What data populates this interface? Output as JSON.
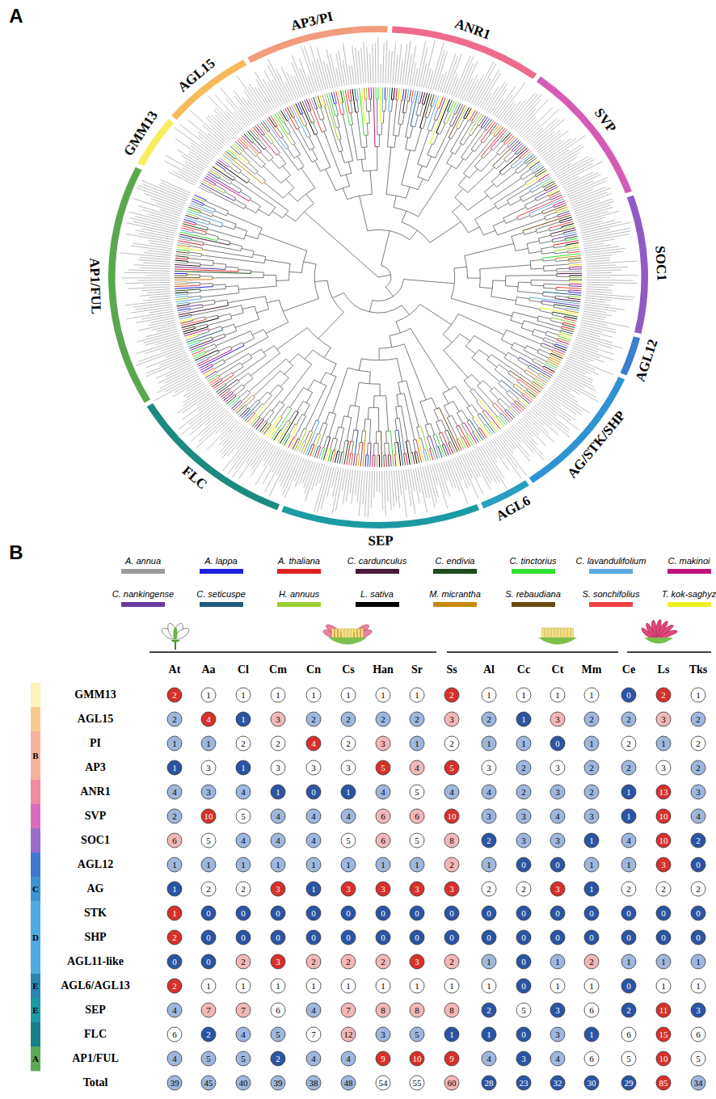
{
  "diagram": {
    "labels": [
      "A",
      "GMM13",
      "AGL15",
      "AP3/PI",
      "ANR1",
      "SVP",
      "SOC1",
      "AGL12",
      "AG/STK/SHP",
      "AGL6",
      "SEP",
      "FLC",
      "AP1/FUL",
      "B",
      "At",
      "Aa",
      "Cl",
      "Cm",
      "Cn",
      "Cs",
      "Han",
      "Sr",
      "Ss",
      "Al",
      "Cc",
      "Ct",
      "Mm",
      "Ce",
      "Ls",
      "Tks",
      "GMM13",
      "AGL15",
      "PI",
      "AP3",
      "ANR1",
      "SVP",
      "SOC1",
      "AGL12",
      "AG",
      "STK",
      "SHP",
      "AGL11-like",
      "AGL6/AGL13",
      "SEP",
      "FLC",
      "AP1/FUL",
      "Total",
      "B",
      "C",
      "D",
      "E",
      "E",
      "A",
      "2",
      "1",
      "1",
      "1",
      "1",
      "1",
      "1",
      "1",
      "2",
      "1",
      "1",
      "1",
      "1",
      "0",
      "2",
      "1",
      "2",
      "4",
      "1",
      "3",
      "2",
      "2",
      "2",
      "2",
      "3",
      "2",
      "1",
      "3",
      "2",
      "2",
      "3",
      "2",
      "1",
      "1",
      "2",
      "2",
      "4",
      "2",
      "3",
      "1",
      "2",
      "1",
      "1",
      "0",
      "1",
      "2",
      "1",
      "2",
      "1",
      "3",
      "1",
      "3",
      "3",
      "3",
      "5",
      "4",
      "5",
      "3",
      "2",
      "3",
      "2",
      "2",
      "3",
      "2",
      "4",
      "3",
      "4",
      "1",
      "0",
      "1",
      "4",
      "5",
      "4",
      "4",
      "2",
      "3",
      "2",
      "1",
      "13",
      "3",
      "2",
      "10",
      "5",
      "4",
      "4",
      "4",
      "6",
      "6",
      "10",
      "3",
      "3",
      "4",
      "3",
      "1",
      "10",
      "4",
      "6",
      "5",
      "4",
      "4",
      "4",
      "5",
      "6",
      "5",
      "8",
      "2",
      "3",
      "3",
      "1",
      "4",
      "10",
      "2",
      "1",
      "1",
      "1",
      "1",
      "1",
      "1",
      "1",
      "1",
      "2",
      "1",
      "0",
      "0",
      "1",
      "1",
      "3",
      "0",
      "1",
      "2",
      "2",
      "3",
      "1",
      "3",
      "3",
      "3",
      "3",
      "2",
      "2",
      "3",
      "1",
      "2",
      "2",
      "2",
      "1",
      "0",
      "0",
      "0",
      "0",
      "0",
      "0",
      "0",
      "0",
      "0",
      "0",
      "0",
      "0",
      "0",
      "0",
      "0",
      "2",
      "0",
      "0",
      "0",
      "0",
      "0",
      "0",
      "0",
      "0",
      "0",
      "0",
      "0",
      "0",
      "0",
      "0",
      "0",
      "0",
      "0",
      "2",
      "3",
      "2",
      "2",
      "2",
      "3",
      "2",
      "1",
      "0",
      "1",
      "2",
      "1",
      "1",
      "1",
      "2",
      "1",
      "1",
      "1",
      "1",
      "1",
      "1",
      "1",
      "1",
      "1",
      "0",
      "1",
      "1",
      "0",
      "1",
      "1",
      "4",
      "7",
      "7",
      "6",
      "4",
      "7",
      "8",
      "8",
      "8",
      "2",
      "5",
      "3",
      "6",
      "2",
      "11",
      "3",
      "6",
      "2",
      "4",
      "5",
      "7",
      "12",
      "3",
      "5",
      "1",
      "1",
      "0",
      "3",
      "1",
      "6",
      "15",
      "6",
      "4",
      "5",
      "5",
      "2",
      "4",
      "4",
      "9",
      "10",
      "9",
      "4",
      "3",
      "4",
      "6",
      "5",
      "10",
      "5",
      "39",
      "45",
      "40",
      "39",
      "38",
      "48",
      "54",
      "55",
      "60",
      "28",
      "23",
      "32",
      "30",
      "29",
      "85",
      "34"
    ],
    "legend": [
      {
        "text": "A. annua",
        "color": "#9a9a9a"
      },
      {
        "text": "A. lappa",
        "color": "#1f1fe0"
      },
      {
        "text": "A. thaliana",
        "color": "#e02020"
      },
      {
        "text": "C. cardunculus",
        "color": "#4a1b3a"
      },
      {
        "text": "C. endivia",
        "color": "#1e4a20"
      },
      {
        "text": "C. tinctorius",
        "color": "#32e032"
      },
      {
        "text": "C. lavandulifolium",
        "color": "#5aa8e0"
      },
      {
        "text": "C. makinoi",
        "color": "#c0157a"
      },
      {
        "text": "C. nankingense",
        "color": "#6a3aa0"
      },
      {
        "text": "C. seticuspe",
        "color": "#1f5a80"
      },
      {
        "text": "H. annuus",
        "color": "#9acd32"
      },
      {
        "text": "L. sativa",
        "color": "#000000"
      },
      {
        "text": "M. micrantha",
        "color": "#c88a10"
      },
      {
        "text": "S. rebaudiana",
        "color": "#6b4a10"
      },
      {
        "text": "S. sonchifolius",
        "color": "#f04040"
      },
      {
        "text": "T. kok-saghyz",
        "color": "#f0f020"
      }
    ]
  }
}
